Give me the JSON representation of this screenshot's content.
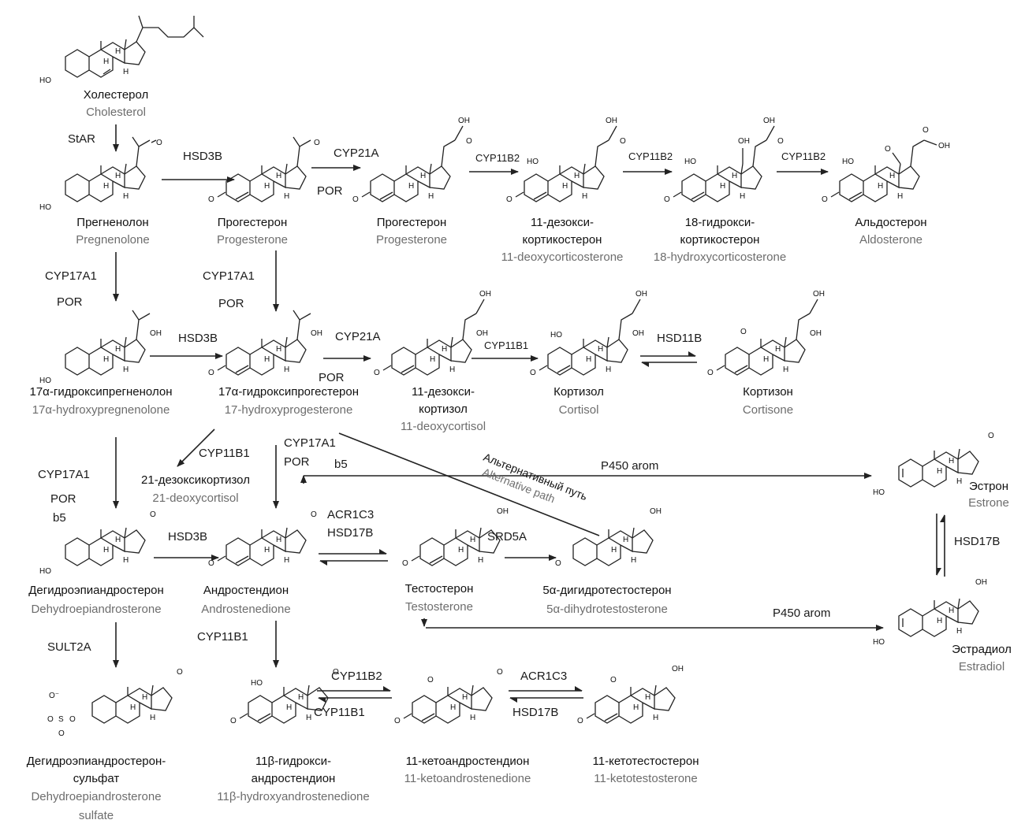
{
  "compounds": {
    "cholesterol": {
      "ru": "Холестерол",
      "en": "Cholesterol"
    },
    "pregnenolone": {
      "ru": "Прегненолон",
      "en": "Pregnenolone"
    },
    "progesterone1": {
      "ru": "Прогестерон",
      "en": "Progesterone"
    },
    "progesterone2": {
      "ru": "Прогестерон",
      "en": "Progesterone"
    },
    "doc": {
      "ru1": "11-дезокси-",
      "ru2": "кортикостерон",
      "en": "11-deoxycorticosterone"
    },
    "ohcort18": {
      "ru1": "18-гидрокси-",
      "ru2": "кортикостерон",
      "en": "18-hydroxycorticosterone"
    },
    "aldosterone": {
      "ru": "Альдостерон",
      "en": "Aldosterone"
    },
    "ohpreg17": {
      "ru": "17α-гидроксипрегненолон",
      "en": "17α-hydroxypregnenolone"
    },
    "ohprog17": {
      "ru": "17α-гидроксипрогестерон",
      "en": "17-hydroxyprogesterone"
    },
    "deoxycortisol11": {
      "ru1": "11-дезокси-",
      "ru2": "кортизол",
      "en": "11-deoxycortisol"
    },
    "cortisol": {
      "ru": "Кортизол",
      "en": "Cortisol"
    },
    "cortisone": {
      "ru": "Кортизон",
      "en": "Cortisone"
    },
    "deoxycortisol21": {
      "ru": "21-дезоксикортизол",
      "en": "21-deoxycortisol"
    },
    "estrone": {
      "ru": "Эстрон",
      "en": "Estrone"
    },
    "estradiol": {
      "ru": "Эстрадиол",
      "en": "Estradiol"
    },
    "dhea": {
      "ru": "Дегидроэпиандростерон",
      "en": "Dehydroepiandrosterone"
    },
    "androstenedione": {
      "ru": "Андростендион",
      "en": "Androstenedione"
    },
    "testosterone": {
      "ru": "Тестостерон",
      "en": "Testosterone"
    },
    "dht": {
      "ru": "5α-дигидротестостерон",
      "en": "5α-dihydrotestosterone"
    },
    "dheas": {
      "ru1": "Дегидроэпиандростерон-",
      "ru2": "сульфат",
      "en1": "Dehydroepiandrosterone",
      "en2": "sulfate"
    },
    "ohandro11": {
      "ru1": "11β-гидрокси-",
      "ru2": "андростендион",
      "en": "11β-hydroxyandrostenedione"
    },
    "ketoandro11": {
      "ru": "11-кетоандростендион",
      "en": "11-ketoandrostenedione"
    },
    "ketotesto11": {
      "ru": "11-кетотестостерон",
      "en": "11-ketotestosterone"
    }
  },
  "enzymes": {
    "star": "StAR",
    "hsd3b": "HSD3B",
    "cyp21a": "CYP21A",
    "por": "POR",
    "cyp11b2": "CYP11B2",
    "cyp17a1": "CYP17A1",
    "cyp11b1": "CYP11B1",
    "hsd11b": "HSD11B",
    "b5": "b5",
    "p450arom": "P450 arom",
    "acr1c3": "ACR1C3",
    "hsd17b": "HSD17B",
    "srd5a": "SRD5A",
    "sult2a": "SULT2A"
  },
  "alt_path": {
    "ru": "Альтернативный путь",
    "en": "Alternative path"
  },
  "atoms": {
    "ho": "HO",
    "oh": "OH",
    "o": "O",
    "h": "H",
    "s": "S",
    "o_minus": "O⁻"
  }
}
